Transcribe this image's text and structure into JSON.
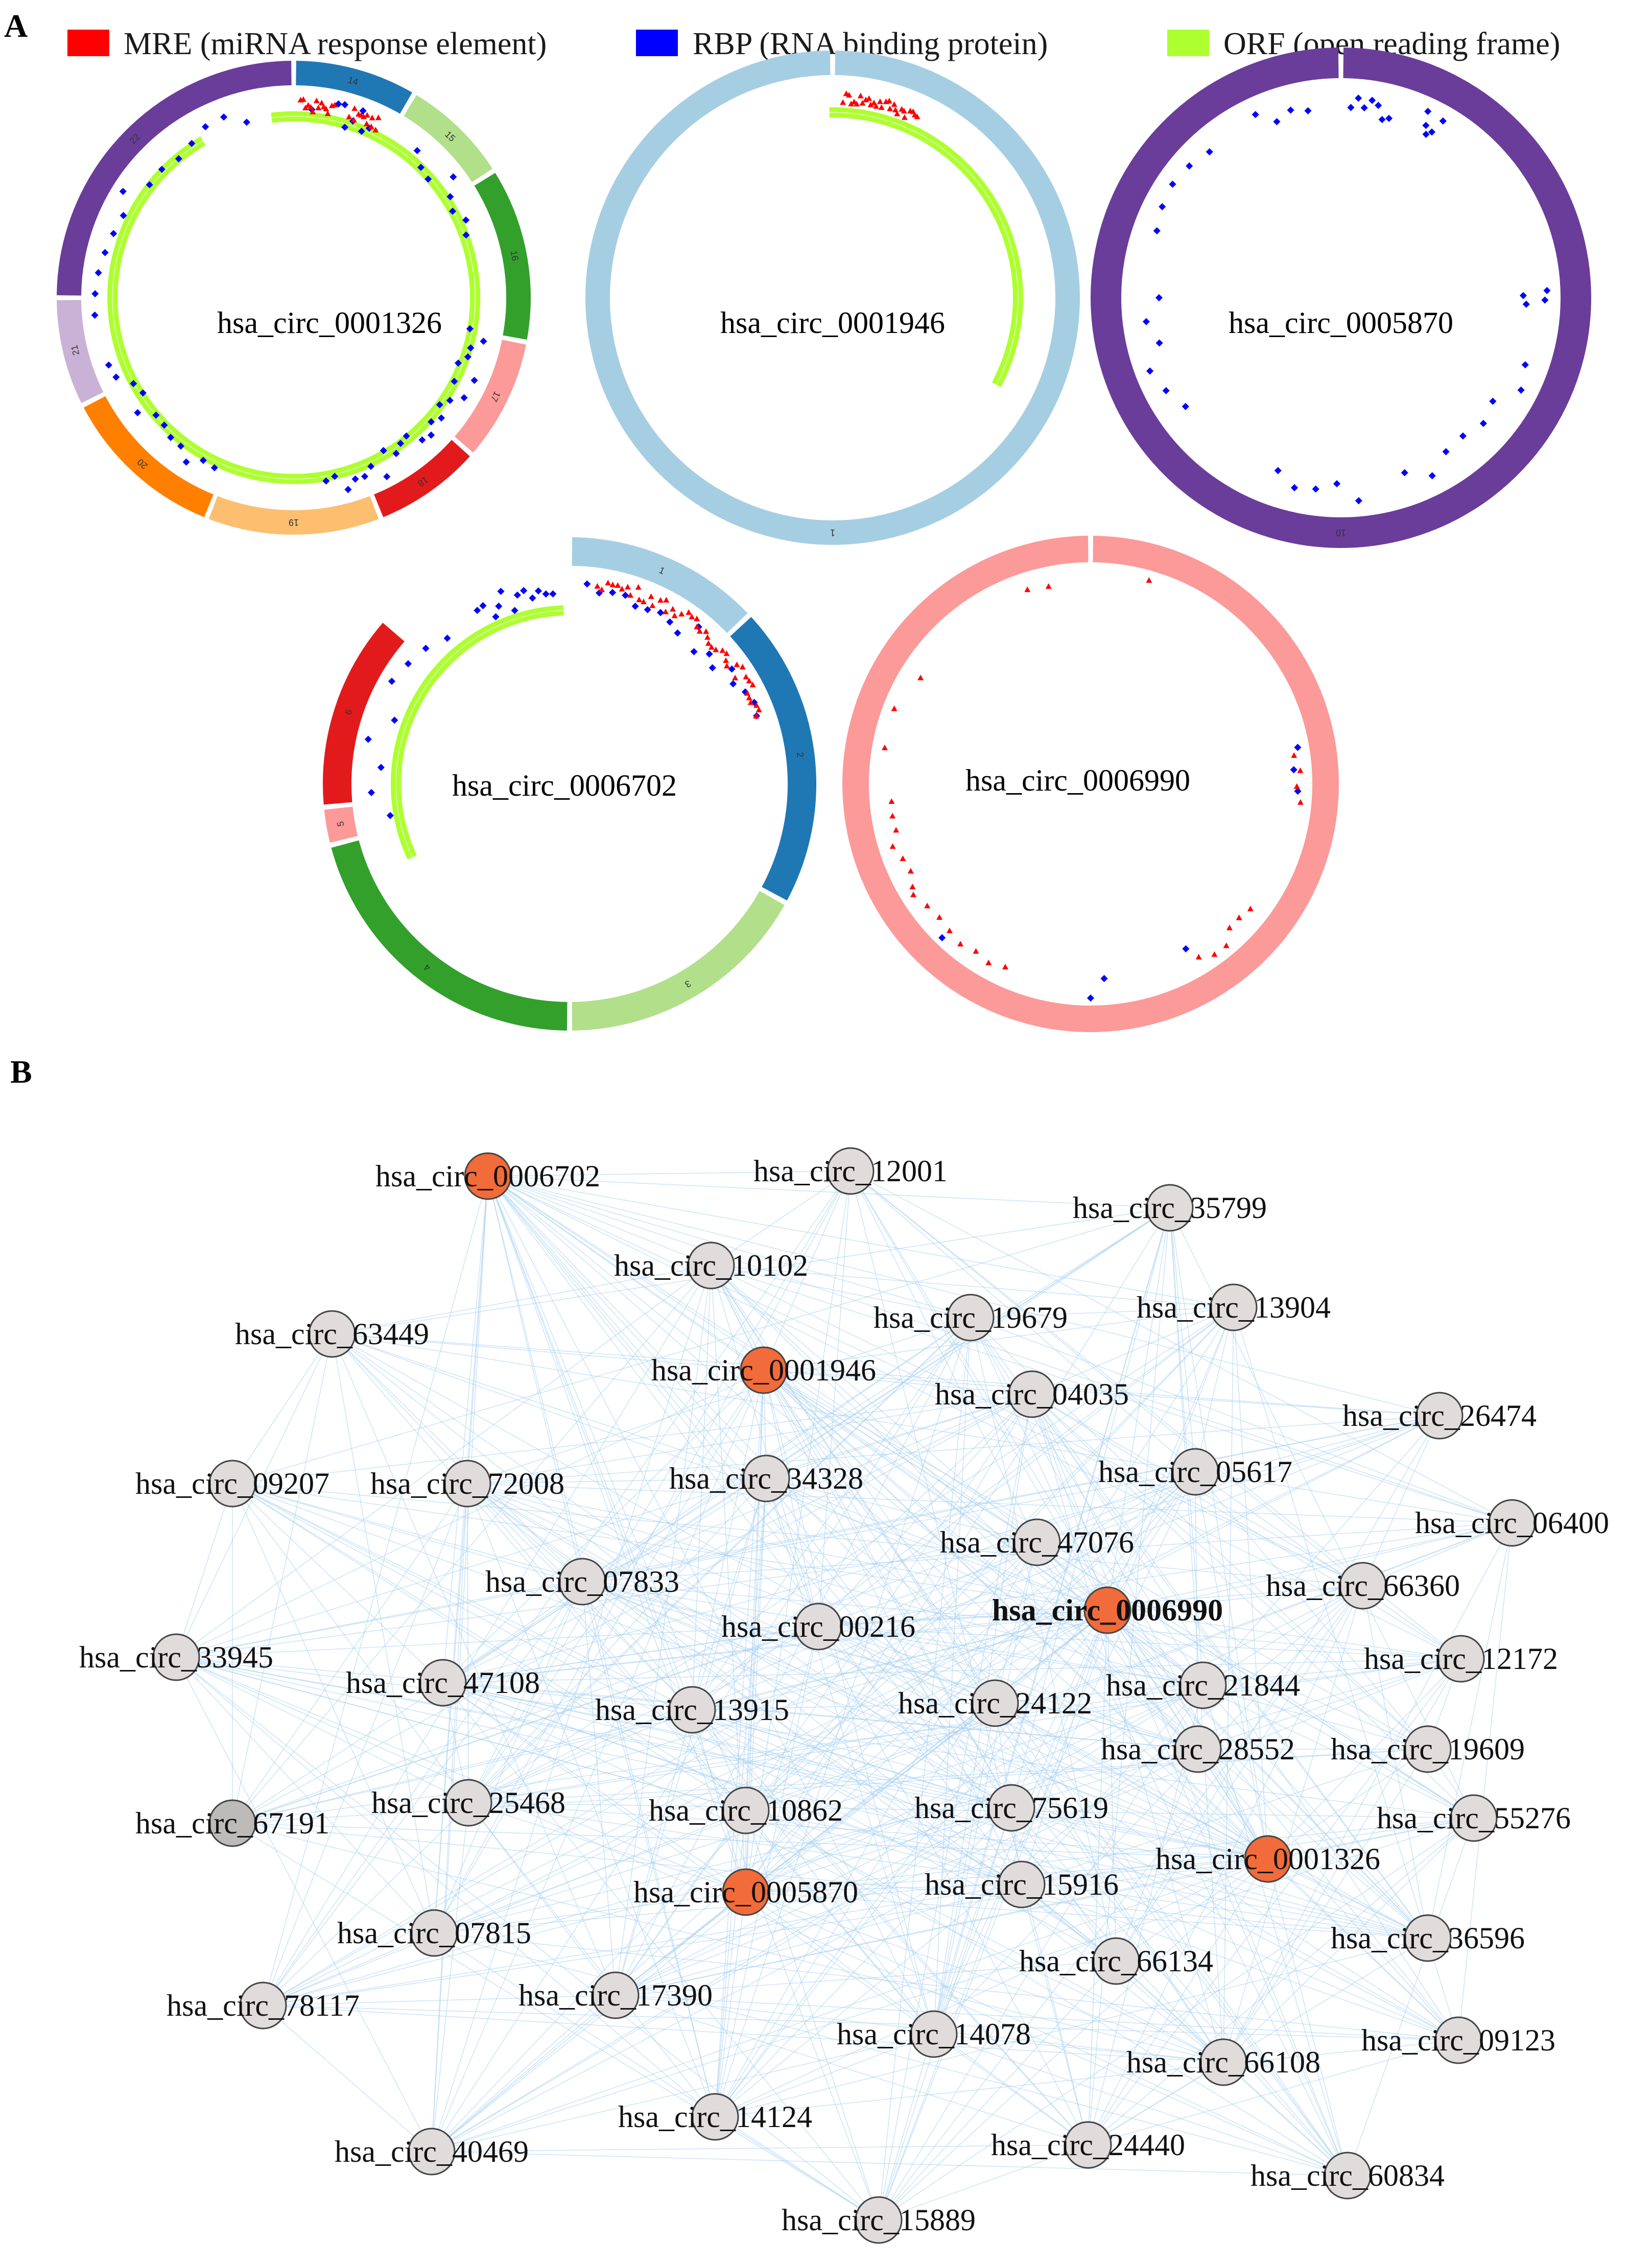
{
  "panels": {
    "a": "A",
    "b": "B"
  },
  "colors": {
    "mre": "#ff0000",
    "rbp": "#0000ff",
    "orf": "#adff2f",
    "edge": "#a8d0f0",
    "node_default": "#e0dcdc",
    "node_highlight": "#f26b3a",
    "node_stroke": "#444444"
  },
  "legend": [
    {
      "key": "mre",
      "label": "MRE (miRNA response element)",
      "color": "#ff0000"
    },
    {
      "key": "rbp",
      "label": "RBP (RNA binding protein)",
      "color": "#0000ff"
    },
    {
      "key": "orf",
      "label": "ORF (open reading frame)",
      "color": "#adff2f"
    }
  ],
  "circles": [
    {
      "name": "hsa_circ_0001326",
      "segments": [
        {
          "label": "14",
          "color": "#1f78b4",
          "frac": 0.085
        },
        {
          "label": "15",
          "color": "#b2df8a",
          "frac": 0.075
        },
        {
          "label": "16",
          "color": "#33a02c",
          "frac": 0.12
        },
        {
          "label": "17",
          "color": "#fb9a99",
          "frac": 0.085
        },
        {
          "label": "18",
          "color": "#e31a1c",
          "frac": 0.075
        },
        {
          "label": "19",
          "color": "#fdbf6f",
          "frac": 0.12
        },
        {
          "label": "20",
          "color": "#ff7f00",
          "frac": 0.115
        },
        {
          "label": "21",
          "color": "#cab2d6",
          "frac": 0.075
        },
        {
          "label": "22",
          "color": "#6a3d9a",
          "frac": 0.25
        }
      ],
      "orf": [
        [
          -7,
          330
        ]
      ],
      "mre": [
        [
          2,
          12,
          14
        ],
        [
          17,
          26,
          12
        ]
      ],
      "rbp": [
        [
          13,
          24,
          7
        ],
        [
          5,
          6,
          1
        ],
        [
          40,
          70,
          8
        ],
        [
          100,
          170,
          25
        ],
        [
          205,
          250,
          12
        ],
        [
          265,
          345,
          14
        ]
      ]
    },
    {
      "name": "hsa_circ_0001946",
      "segments": [
        {
          "label": "1",
          "color": "#a6cee3",
          "frac": 1.0
        }
      ],
      "orf": [
        [
          -1,
          118
        ]
      ],
      "mre": [
        [
          3,
          25,
          28
        ]
      ],
      "rbp": []
    },
    {
      "name": "hsa_circ_0005870",
      "segments": [
        {
          "label": "10",
          "color": "#6a3d9a",
          "frac": 1.0
        }
      ],
      "orf": [
        [
          -1,
          359
        ]
      ],
      "mre": [],
      "rbp": [
        [
          3,
          15,
          7
        ],
        [
          25,
          30,
          5
        ],
        [
          88,
          92,
          4
        ],
        [
          110,
          160,
          8
        ],
        [
          175,
          200,
          5
        ],
        [
          235,
          270,
          6
        ],
        [
          290,
          318,
          5
        ],
        [
          335,
          350,
          4
        ]
      ]
    },
    {
      "name": "hsa_circ_0006702",
      "segments": [
        {
          "label": "1",
          "color": "#a6cee3",
          "frac": 0.13
        },
        {
          "label": "2",
          "color": "#1f78b4",
          "frac": 0.2
        },
        {
          "label": "3",
          "color": "#b2df8a",
          "frac": 0.17
        },
        {
          "label": "4",
          "color": "#33a02c",
          "frac": 0.21
        },
        {
          "label": "5",
          "color": "#fb9a99",
          "frac": 0.025
        },
        {
          "label": "6",
          "color": "#e31a1c",
          "frac": 0.13
        }
      ],
      "orf": [
        [
          -2,
          -115
        ]
      ],
      "mre": [
        [
          8,
          70,
          45
        ]
      ],
      "rbp": [
        [
          -28,
          -5,
          12
        ],
        [
          5,
          70,
          18
        ],
        [
          -60,
          -40,
          4
        ],
        [
          -100,
          -70,
          5
        ]
      ]
    },
    {
      "name": "hsa_circ_0006990",
      "segments": [
        {
          "label": "",
          "color": "#fb9a99",
          "frac": 1.0
        }
      ],
      "orf": [],
      "mre": [
        [
          -18,
          -12,
          2
        ],
        [
          15,
          17,
          1
        ],
        [
          82,
          95,
          4
        ],
        [
          128,
          148,
          6
        ],
        [
          205,
          238,
          8
        ],
        [
          240,
          265,
          7
        ],
        [
          280,
          302,
          3
        ]
      ],
      "rbp": [
        [
          80,
          92,
          3
        ],
        [
          148,
          152,
          1
        ],
        [
          176,
          180,
          2
        ],
        [
          222,
          226,
          1
        ]
      ]
    }
  ],
  "network": {
    "nodes": [
      {
        "label": "hsa_circ_0006702",
        "hl": true
      },
      {
        "label": "hsa_circ_12001"
      },
      {
        "label": "hsa_circ_35799"
      },
      {
        "label": "hsa_circ_10102"
      },
      {
        "label": "hsa_circ_63449"
      },
      {
        "label": "hsa_circ_19679"
      },
      {
        "label": "hsa_circ_13904"
      },
      {
        "label": "hsa_circ_0001946",
        "hl": true
      },
      {
        "label": "hsa_circ_04035"
      },
      {
        "label": "hsa_circ_26474"
      },
      {
        "label": "hsa_circ_09207"
      },
      {
        "label": "hsa_circ_72008"
      },
      {
        "label": "hsa_circ_34328"
      },
      {
        "label": "hsa_circ_05617"
      },
      {
        "label": "hsa_circ_06400"
      },
      {
        "label": "hsa_circ_47076"
      },
      {
        "label": "hsa_circ_07833"
      },
      {
        "label": "hsa_circ_66360"
      },
      {
        "label": "hsa_circ_0006990",
        "hl": true,
        "bold": true
      },
      {
        "label": "hsa_circ_00216"
      },
      {
        "label": "hsa_circ_33945"
      },
      {
        "label": "hsa_circ_12172"
      },
      {
        "label": "hsa_circ_47108"
      },
      {
        "label": "hsa_circ_21844"
      },
      {
        "label": "hsa_circ_13915"
      },
      {
        "label": "hsa_circ_24122"
      },
      {
        "label": "hsa_circ_28552"
      },
      {
        "label": "hsa_circ_19609"
      },
      {
        "label": "hsa_circ_25468"
      },
      {
        "label": "hsa_circ_10862"
      },
      {
        "label": "hsa_circ_75619"
      },
      {
        "label": "hsa_circ_67191",
        "dark": true
      },
      {
        "label": "hsa_circ_55276"
      },
      {
        "label": "hsa_circ_0001326",
        "hl": true
      },
      {
        "label": "hsa_circ_0005870",
        "hl": true
      },
      {
        "label": "hsa_circ_15916"
      },
      {
        "label": "hsa_circ_07815"
      },
      {
        "label": "hsa_circ_36596"
      },
      {
        "label": "hsa_circ_66134"
      },
      {
        "label": "hsa_circ_17390"
      },
      {
        "label": "hsa_circ_78117"
      },
      {
        "label": "hsa_circ_14078"
      },
      {
        "label": "hsa_circ_09123"
      },
      {
        "label": "hsa_circ_66108"
      },
      {
        "label": "hsa_circ_14124"
      },
      {
        "label": "hsa_circ_40469"
      },
      {
        "label": "hsa_circ_24440"
      },
      {
        "label": "hsa_circ_60834"
      },
      {
        "label": "hsa_circ_15889"
      }
    ]
  }
}
